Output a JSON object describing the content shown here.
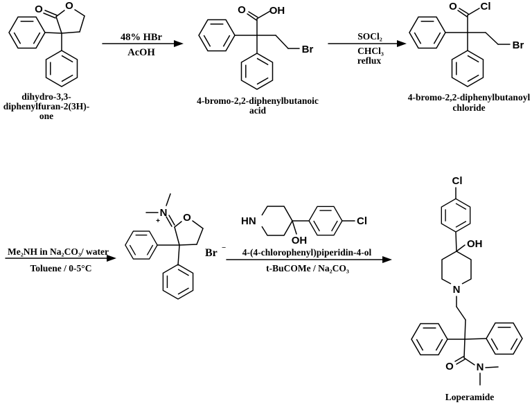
{
  "colors": {
    "ink": "#000000",
    "background": "#ffffff"
  },
  "compounds": {
    "lactone": {
      "caption": [
        "dihydro-3,3-",
        "diphenylfuran-2(3H)-",
        "one"
      ],
      "atoms": {
        "carbonylO": "O",
        "ringO": "O"
      }
    },
    "bromoAcid": {
      "caption": [
        "4-bromo-2,2-diphenylbutanoic",
        "acid"
      ],
      "atoms": {
        "carbonylO": "O",
        "hydroxyl": "OH",
        "bromide": "Br"
      }
    },
    "acylChloride": {
      "caption": [
        "4-bromo-2,2-diphenylbutanoyl",
        "chloride"
      ],
      "atoms": {
        "carbonylO": "O",
        "chloride": "Cl",
        "bromide": "Br"
      }
    },
    "iminiumSalt": {
      "atoms": {
        "nitrogen": "N",
        "charge": "+",
        "ringO": "O",
        "counterIon": "Br",
        "counterIonCharge": "−"
      }
    },
    "piperidinol": {
      "atoms": {
        "amine": "HN",
        "hydroxyl": "OH",
        "chloride": "Cl"
      }
    },
    "loperamide": {
      "caption": "Loperamide",
      "atoms": {
        "chloride": "Cl",
        "hydroxyl": "OH",
        "ringN": "N",
        "amideO": "O",
        "amideN": "N"
      }
    }
  },
  "steps": {
    "step1": {
      "above": "48% HBr",
      "below": "AcOH"
    },
    "step2": {
      "above": "SOCl₂",
      "below1": "CHCl₃",
      "below2": "reflux"
    },
    "step3": {
      "above": "Me₂NH in Na₂CO₃/ water",
      "below": "Toluene / 0-5°C"
    },
    "step4": {
      "above": "4-(4-chlorophenyl)piperidin-4-ol",
      "below": "t-BuCOMe / Na₂CO₃"
    }
  }
}
